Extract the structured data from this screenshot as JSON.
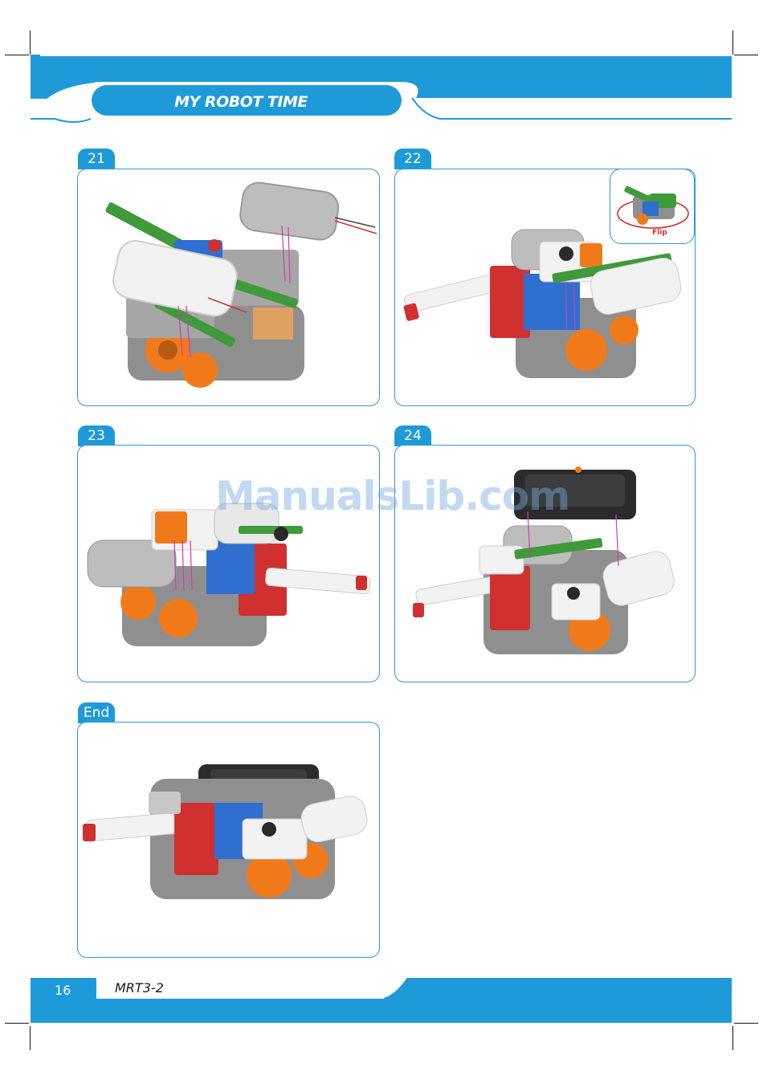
{
  "header": {
    "title": "MY ROBOT TIME"
  },
  "steps": [
    {
      "label": "21"
    },
    {
      "label": "22"
    },
    {
      "label": "23"
    },
    {
      "label": "24"
    },
    {
      "label": "End"
    }
  ],
  "inset": {
    "label": "Flip"
  },
  "watermark": {
    "text": "ManualsLib.com"
  },
  "footer": {
    "page_number": "16",
    "model": "MRT3-2"
  },
  "colors": {
    "brand_blue": "#1f9ad8",
    "frame_blue": "#2b9bd6",
    "brick_gray": "#8f8f8f",
    "battery_white": "#f2f2f2",
    "green_bar": "#3f9a3a",
    "orange_wheel": "#f07a1a",
    "red_frame": "#d0302f",
    "blue_block": "#2f6fd0",
    "controller_black": "#2b2b2b"
  }
}
